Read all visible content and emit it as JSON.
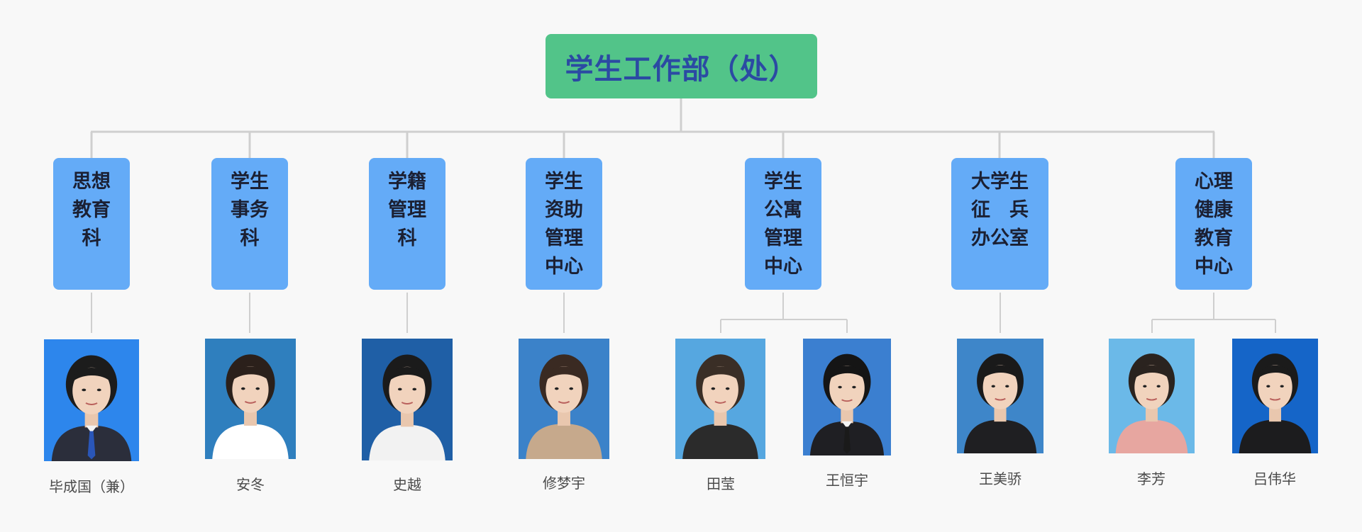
{
  "org": {
    "root": "学生工作部（处）",
    "departments": [
      {
        "label": "思想\n教育\n科"
      },
      {
        "label": "学生\n事务\n科"
      },
      {
        "label": "学籍\n管理\n科"
      },
      {
        "label": "学生\n资助\n管理\n中心"
      },
      {
        "label": "学生\n公寓\n管理\n中心"
      },
      {
        "label": "大学生\n征　兵\n办公室"
      },
      {
        "label": "心理\n健康\n教育\n中心"
      }
    ],
    "people": [
      {
        "name": "毕成国（兼）",
        "bg": "#2d86ec",
        "hair": "#1c1c1c",
        "outfit": "#2b2e3b",
        "tie": "#2a56b8"
      },
      {
        "name": "安冬",
        "bg": "#2f7fbe",
        "hair": "#2b201b",
        "outfit": "#ffffff",
        "tie": ""
      },
      {
        "name": "史越",
        "bg": "#1f5fa6",
        "hair": "#1b1b1b",
        "outfit": "#f2f2f2",
        "tie": ""
      },
      {
        "name": "修梦宇",
        "bg": "#3b82c9",
        "hair": "#3a2a22",
        "outfit": "#c6a98c",
        "tie": ""
      },
      {
        "name": "田莹",
        "bg": "#56a7e0",
        "hair": "#3a2e26",
        "outfit": "#2b2b2b",
        "tie": ""
      },
      {
        "name": "王恒宇",
        "bg": "#3b7fd0",
        "hair": "#151515",
        "outfit": "#1f1f23",
        "tie": "#1a1a1a"
      },
      {
        "name": "王美骄",
        "bg": "#3e86c9",
        "hair": "#1a1a1a",
        "outfit": "#1f1f22",
        "tie": ""
      },
      {
        "name": "李芳",
        "bg": "#6bb9e8",
        "hair": "#2a231f",
        "outfit": "#e7a6a0",
        "tie": ""
      },
      {
        "name": "吕伟华",
        "bg": "#1565c8",
        "hair": "#1b1b1b",
        "outfit": "#1c1c1e",
        "tie": ""
      }
    ]
  }
}
